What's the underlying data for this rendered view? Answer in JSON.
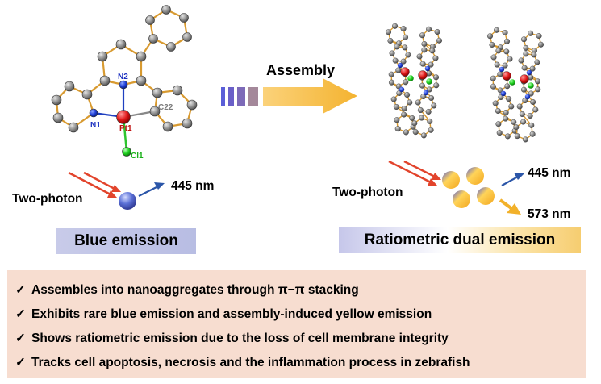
{
  "molecule": {
    "atom_labels": {
      "n2": "N2",
      "n1": "N1",
      "pt1": "Pt1",
      "c22": "C22",
      "cl1": "Cl1"
    }
  },
  "assembly_label": "Assembly",
  "left_panel": {
    "excitation": "Two-photon",
    "emission": "445 nm",
    "caption": "Blue emission"
  },
  "right_panel": {
    "excitation": "Two-photon",
    "emission_blue": "445 nm",
    "emission_yellow": "573 nm",
    "caption": "Ratiometric dual emission"
  },
  "colors": {
    "blue_accent": "#2b56a8",
    "yellow_accent": "#f2b12a",
    "excitation_red": "#e2442c",
    "feature_panel": "#f7ddd0"
  },
  "features": [
    {
      "icon": "check-icon",
      "text": "Assembles into nanoaggregates through π−π stacking"
    },
    {
      "icon": "check-icon",
      "text": "Exhibits rare blue emission and assembly-induced yellow emission"
    },
    {
      "icon": "check-icon",
      "text": "Shows ratiometric emission due to the loss of cell membrane integrity"
    },
    {
      "icon": "check-icon",
      "text": "Tracks cell apoptosis, necrosis and the inflammation process in zebrafish"
    }
  ]
}
